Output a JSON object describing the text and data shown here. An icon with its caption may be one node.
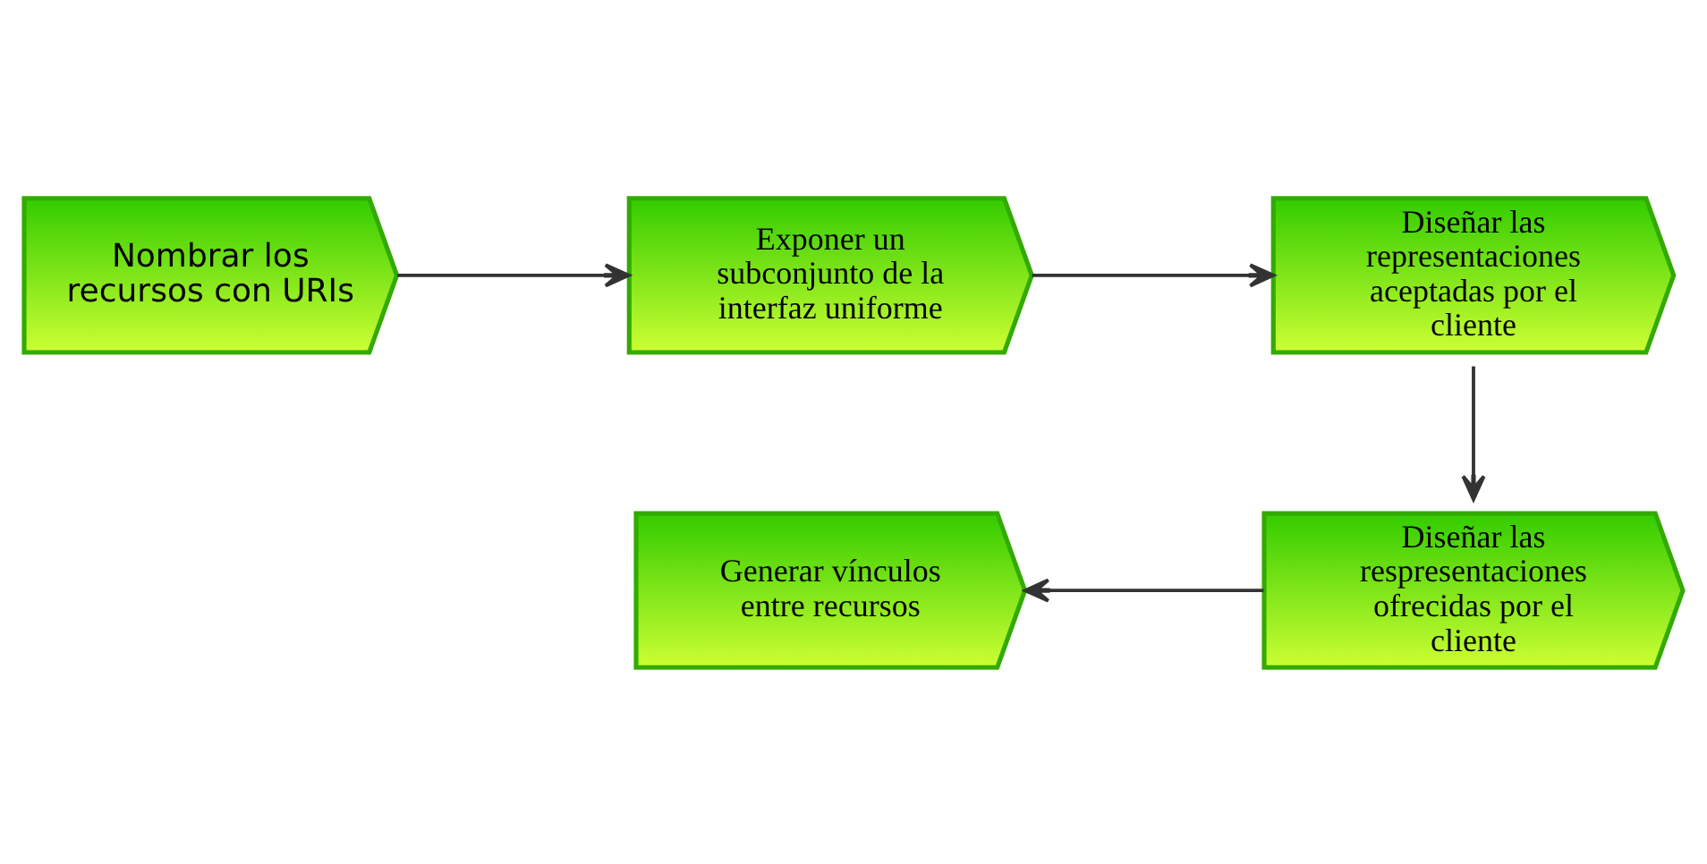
{
  "diagram": {
    "nodes": [
      {
        "text": [
          "Nombrar los recursos con URIs"
        ]
      },
      {
        "text": [
          "Exponer un subconjunto de la interfaz uniforme"
        ]
      },
      {
        "text": [
          "Diseñar las representaciones aceptadas por el cliente"
        ]
      },
      {
        "text": [
          "Diseñar las respresentaciones ofrecidas por el cliente"
        ]
      },
      {
        "text": [
          "Generar vínculos entre recursos"
        ]
      }
    ],
    "edges": [
      {
        "from": 0,
        "to": 1,
        "arrow": "to"
      },
      {
        "from": 1,
        "to": 2,
        "arrow": "to"
      },
      {
        "from": 2,
        "to": 3,
        "arrow": "to"
      },
      {
        "from": 3,
        "to": 4,
        "arrow": "to"
      }
    ]
  }
}
